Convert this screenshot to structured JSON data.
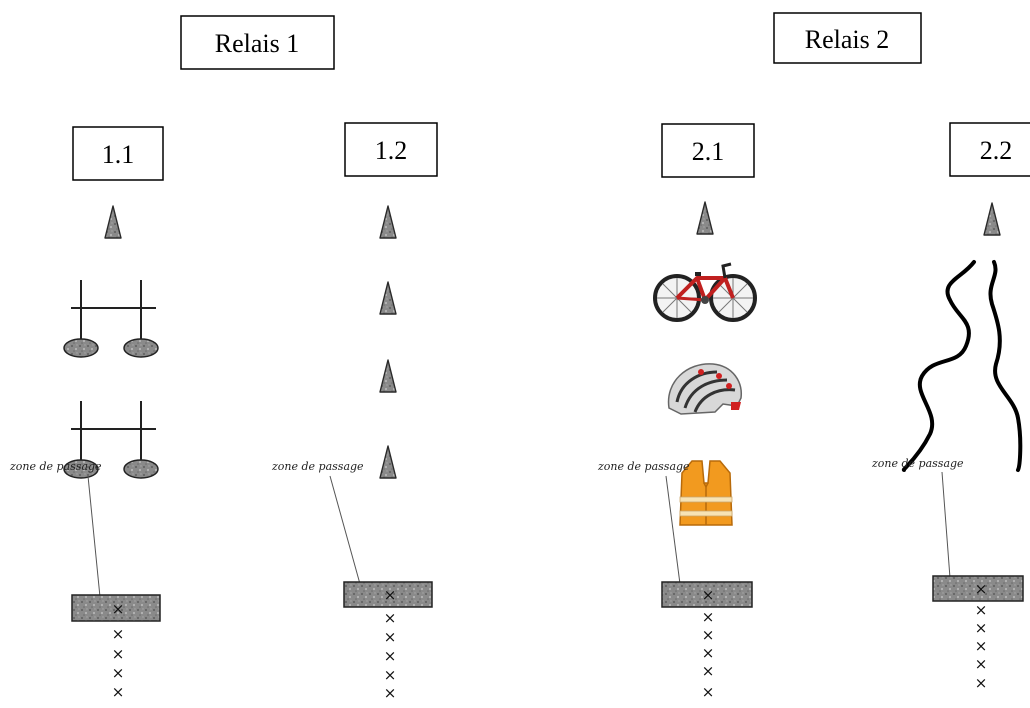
{
  "relays": [
    {
      "label": "Relais 1"
    },
    {
      "label": "Relais 2"
    }
  ],
  "stations": [
    {
      "label": "1.1"
    },
    {
      "label": "1.2"
    },
    {
      "label": "2.1"
    },
    {
      "label": "2.2"
    }
  ],
  "zone": {
    "label": "zone de passage",
    "marker": "×"
  },
  "icons": {
    "cone": "cone-icon",
    "hurdle": "hurdle-icon",
    "bike": "bicycle-icon",
    "helmet": "helmet-icon",
    "vest": "safety-vest-icon",
    "path": "winding-path-icon"
  }
}
